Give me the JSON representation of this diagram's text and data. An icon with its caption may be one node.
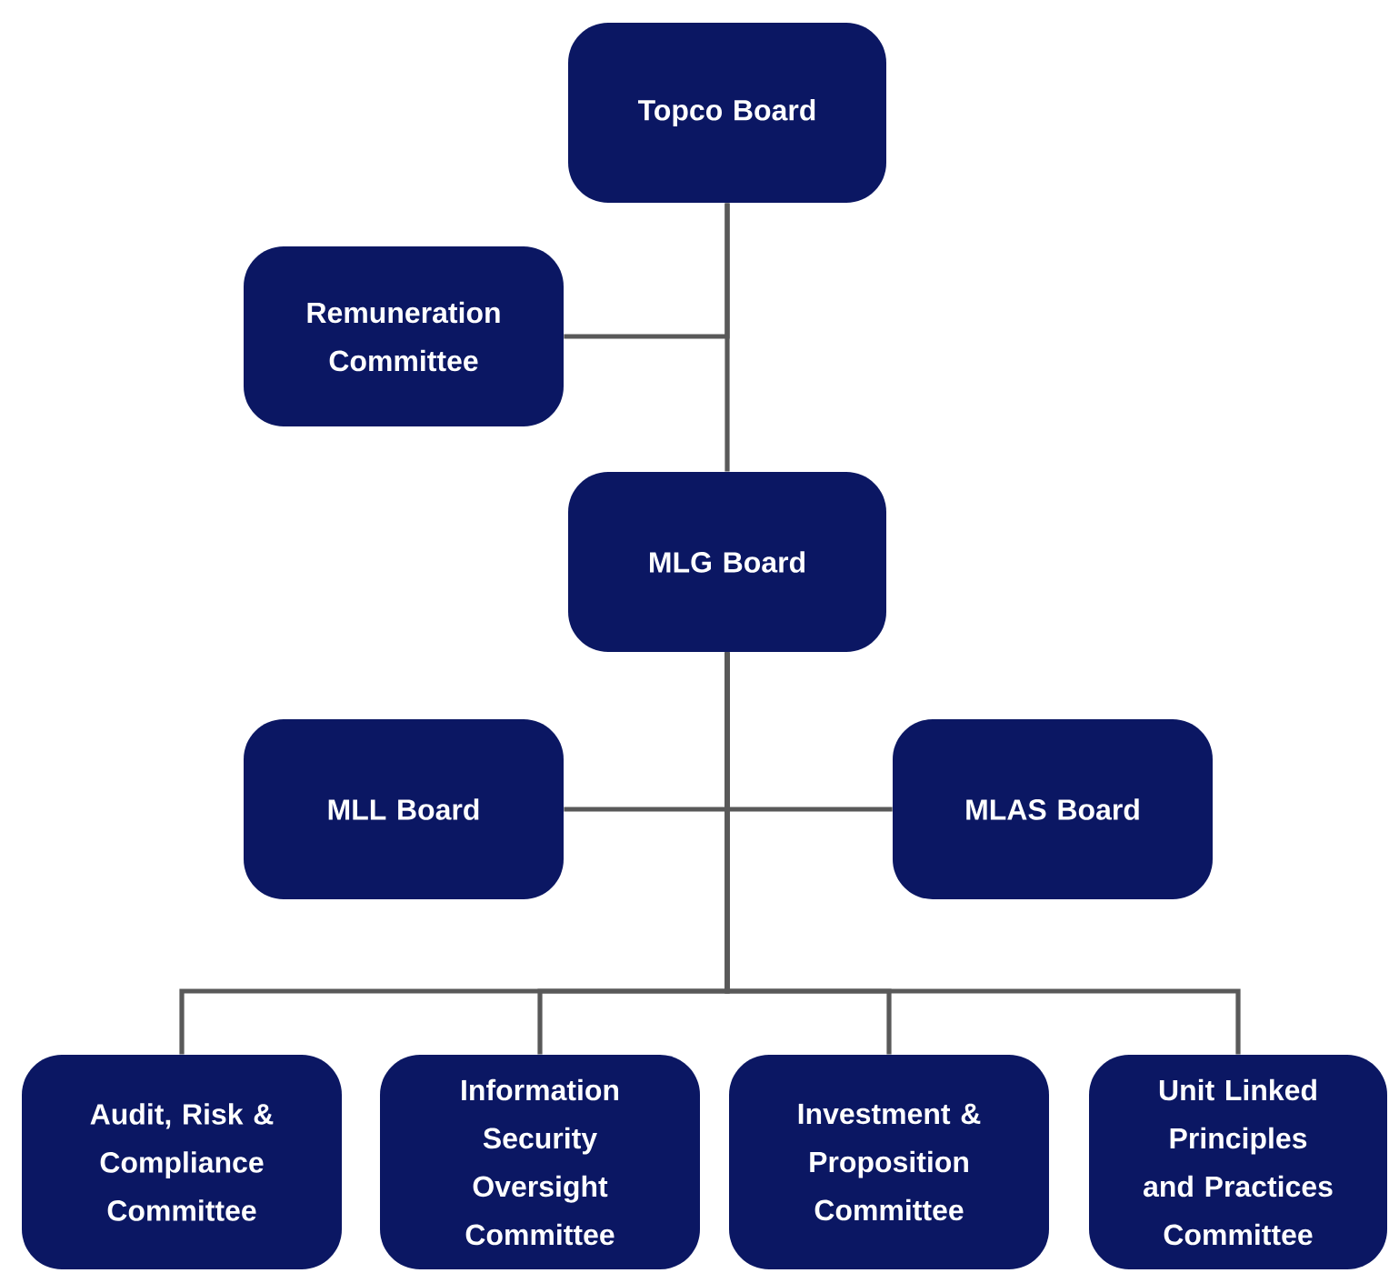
{
  "diagram": {
    "nodes": [
      {
        "text": [
          "Topco Board"
        ]
      },
      {
        "text": [
          "Remuneration Committee"
        ]
      },
      {
        "text": [
          "MLG Board"
        ]
      },
      {
        "text": [
          "MLL Board"
        ]
      },
      {
        "text": [
          "MLAS Board"
        ]
      },
      {
        "text": [
          "Audit, Risk & Compliance Committee"
        ]
      },
      {
        "text": [
          "Information Security Oversight Committee"
        ]
      },
      {
        "text": [
          "Investment & Proposition Committee"
        ]
      },
      {
        "text": [
          "Unit Linked Principles and Practices Committee"
        ]
      }
    ],
    "edges": [
      {
        "from": 0,
        "to": 1,
        "arrow": "none"
      },
      {
        "from": 0,
        "to": 2,
        "arrow": "none"
      },
      {
        "from": 2,
        "to": 3,
        "arrow": "none"
      },
      {
        "from": 2,
        "to": 4,
        "arrow": "none"
      },
      {
        "from": 2,
        "to": 5,
        "arrow": "none"
      },
      {
        "from": 2,
        "to": 6,
        "arrow": "none"
      },
      {
        "from": 2,
        "to": 7,
        "arrow": "none"
      },
      {
        "from": 2,
        "to": 8,
        "arrow": "none"
      }
    ]
  }
}
